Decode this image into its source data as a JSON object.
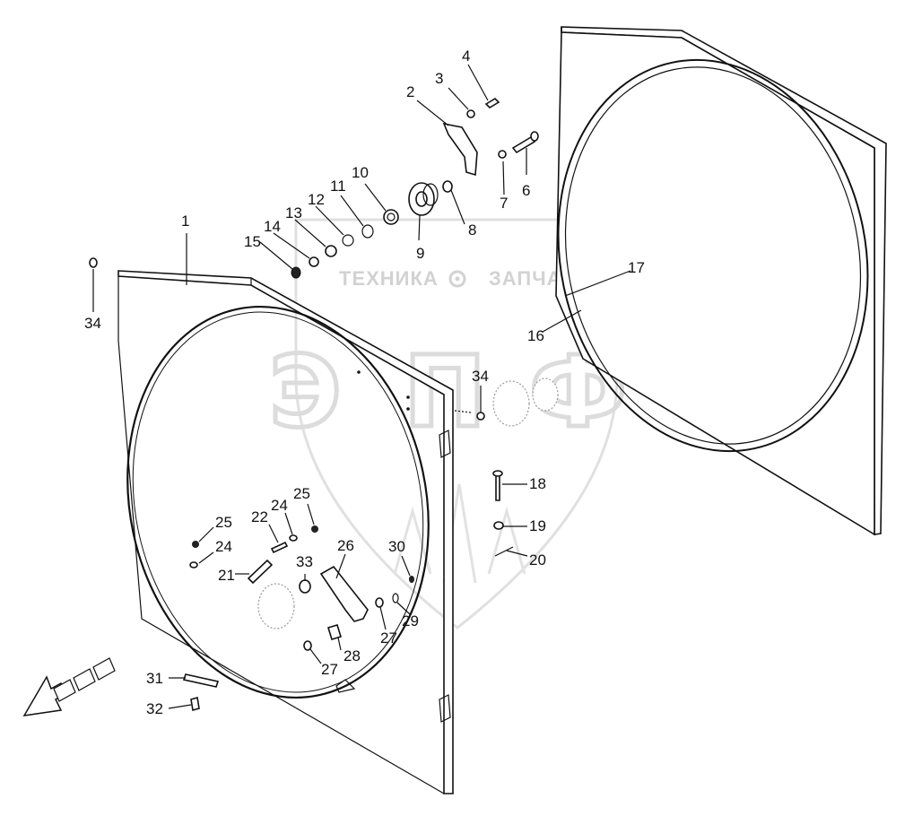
{
  "watermark": {
    "left_text": "ТЕХНИКА",
    "right_text": "ЗАПЧАСТИ",
    "letters": [
      "Э",
      "П",
      "Ф"
    ]
  },
  "callouts": [
    {
      "id": "1",
      "text": "1"
    },
    {
      "id": "2",
      "text": "2"
    },
    {
      "id": "3",
      "text": "3"
    },
    {
      "id": "4",
      "text": "4"
    },
    {
      "id": "6",
      "text": "6"
    },
    {
      "id": "7",
      "text": "7"
    },
    {
      "id": "8",
      "text": "8"
    },
    {
      "id": "9",
      "text": "9"
    },
    {
      "id": "10",
      "text": "10"
    },
    {
      "id": "11",
      "text": "11"
    },
    {
      "id": "12",
      "text": "12"
    },
    {
      "id": "13",
      "text": "13"
    },
    {
      "id": "14",
      "text": "14"
    },
    {
      "id": "15",
      "text": "15"
    },
    {
      "id": "16",
      "text": "16"
    },
    {
      "id": "17",
      "text": "17"
    },
    {
      "id": "18",
      "text": "18"
    },
    {
      "id": "19",
      "text": "19"
    },
    {
      "id": "20",
      "text": "20"
    },
    {
      "id": "21",
      "text": "21"
    },
    {
      "id": "22",
      "text": "22"
    },
    {
      "id": "24a",
      "text": "24"
    },
    {
      "id": "24b",
      "text": "24"
    },
    {
      "id": "25a",
      "text": "25"
    },
    {
      "id": "25b",
      "text": "25"
    },
    {
      "id": "26",
      "text": "26"
    },
    {
      "id": "27a",
      "text": "27"
    },
    {
      "id": "27b",
      "text": "27"
    },
    {
      "id": "28",
      "text": "28"
    },
    {
      "id": "29",
      "text": "29"
    },
    {
      "id": "30",
      "text": "30"
    },
    {
      "id": "31",
      "text": "31"
    },
    {
      "id": "32",
      "text": "32"
    },
    {
      "id": "33",
      "text": "33"
    },
    {
      "id": "34a",
      "text": "34"
    },
    {
      "id": "34b",
      "text": "34"
    }
  ]
}
